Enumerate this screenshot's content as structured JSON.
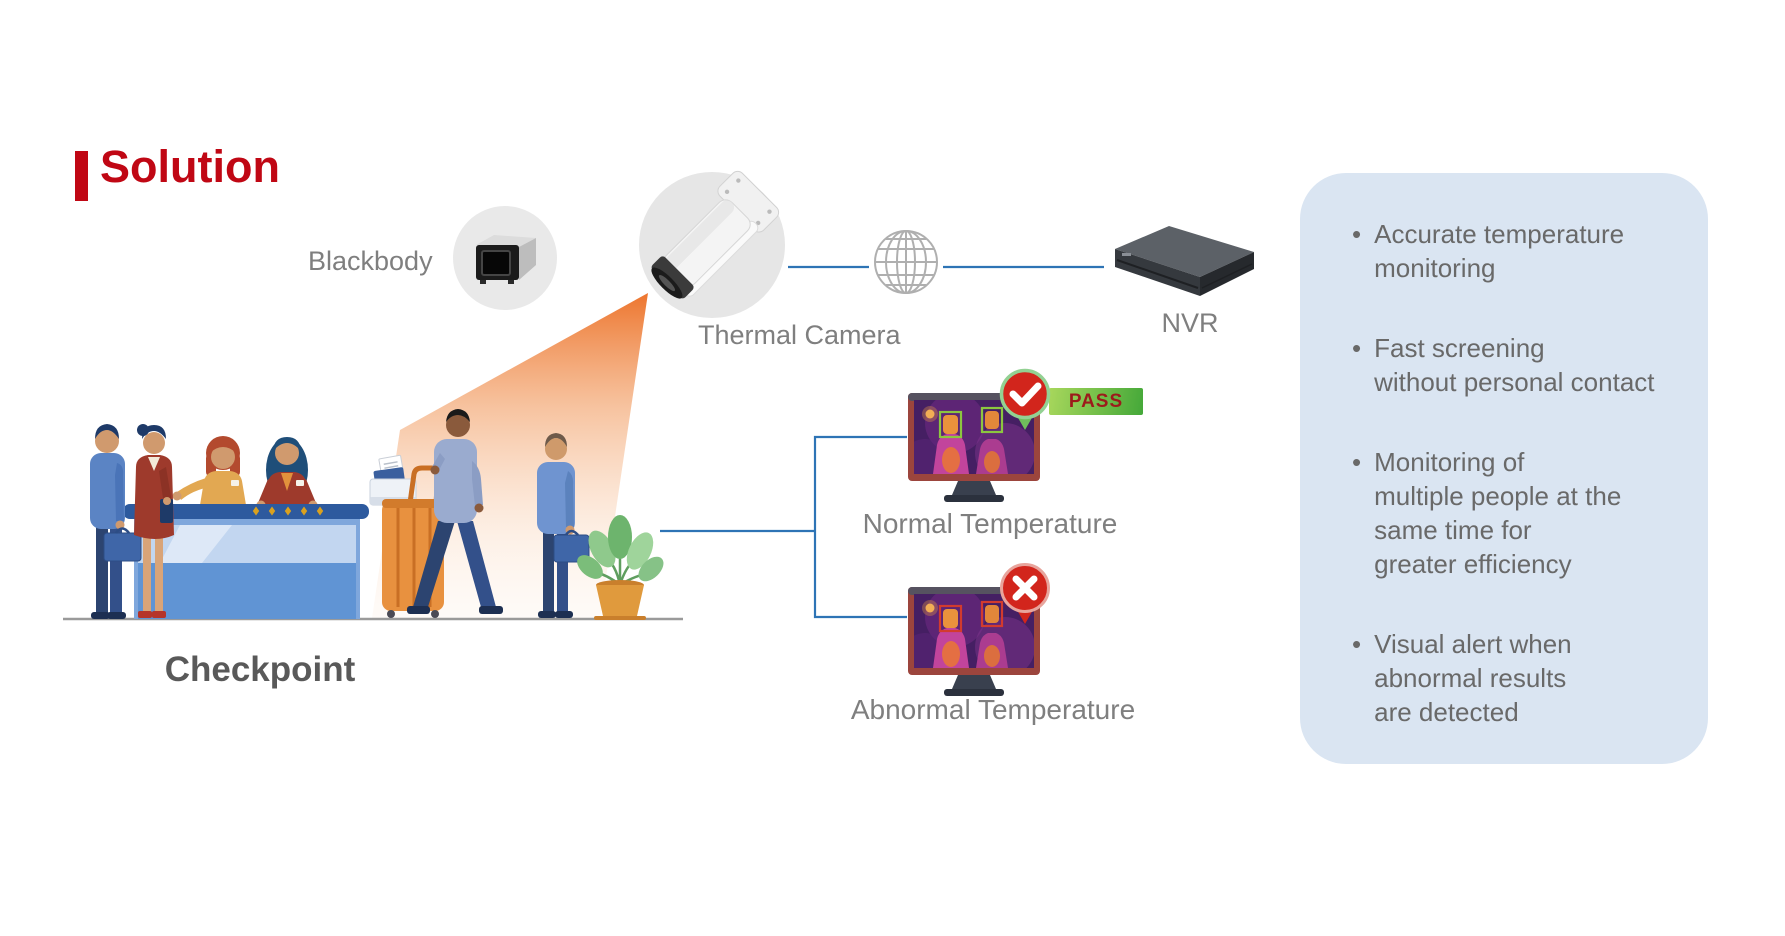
{
  "slide": {
    "title": "Solution"
  },
  "labels": {
    "blackbody": "Blackbody",
    "thermal_camera": "Thermal Camera",
    "nvr": "NVR",
    "checkpoint": "Checkpoint",
    "normal_temperature": "Normal Temperature",
    "abnormal_temperature": "Abnormal Temperature",
    "pass": "PASS"
  },
  "benefits": {
    "bullet_char": "•",
    "items": [
      {
        "text": "Accurate temperature\nmonitoring"
      },
      {
        "text": "Fast screening\nwithout personal contact"
      },
      {
        "text": "Monitoring of\nmultiple people at the\nsame time for\ngreater efficiency"
      },
      {
        "text": "Visual alert when\nabnormal results\nare detected"
      }
    ]
  },
  "icons": {
    "network": "globe-icon",
    "normal_result": "check-badge-icon",
    "abnormal_result": "x-badge-icon"
  },
  "colors": {
    "accent_red": "#C00714",
    "panel_blue": "#DAE5F2",
    "connector_blue": "#2E74B5",
    "beam_orange": "#ED7D31",
    "pass_green": "#44A839",
    "alert_red": "#D2251C",
    "label_gray": "#7F7F7F",
    "monitor_frame": "#9C453D",
    "thermal_purple": "#451F63"
  }
}
